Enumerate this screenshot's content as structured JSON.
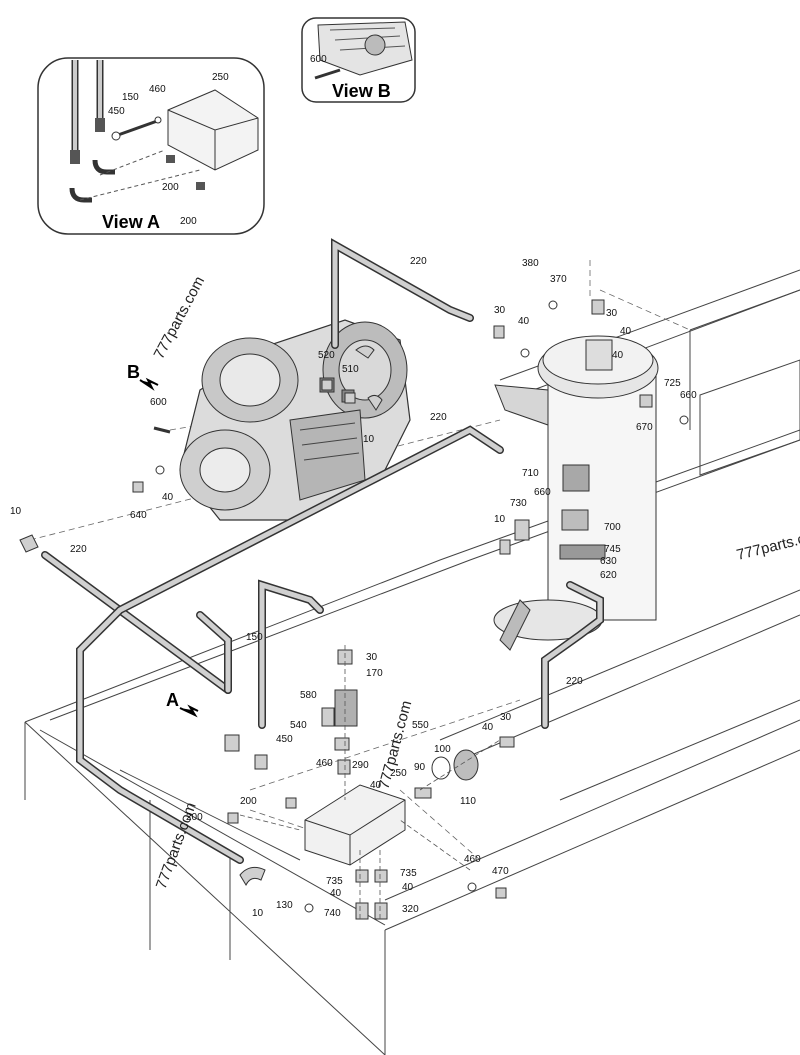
{
  "view_a": {
    "title": "View A",
    "labels": [
      "250",
      "150",
      "460",
      "450",
      "200",
      "200"
    ]
  },
  "view_b": {
    "title": "View B",
    "labels": [
      "600"
    ]
  },
  "watermark": "777parts.com",
  "part_labels": [
    "220",
    "380",
    "370",
    "30",
    "40",
    "30",
    "40",
    "40",
    "520",
    "510",
    "10",
    "725",
    "660",
    "670",
    "220",
    "600",
    "40",
    "640",
    "710",
    "660",
    "730",
    "10",
    "700",
    "745",
    "630",
    "620",
    "10",
    "220",
    "150",
    "30",
    "170",
    "580",
    "540",
    "550",
    "450",
    "460",
    "290",
    "40",
    "250",
    "40",
    "30",
    "100",
    "90",
    "110",
    "220",
    "200",
    "200",
    "735",
    "40",
    "735",
    "40",
    "130",
    "740",
    "320",
    "460",
    "470",
    "10"
  ],
  "arrows": {
    "a": "A",
    "b": "B"
  }
}
